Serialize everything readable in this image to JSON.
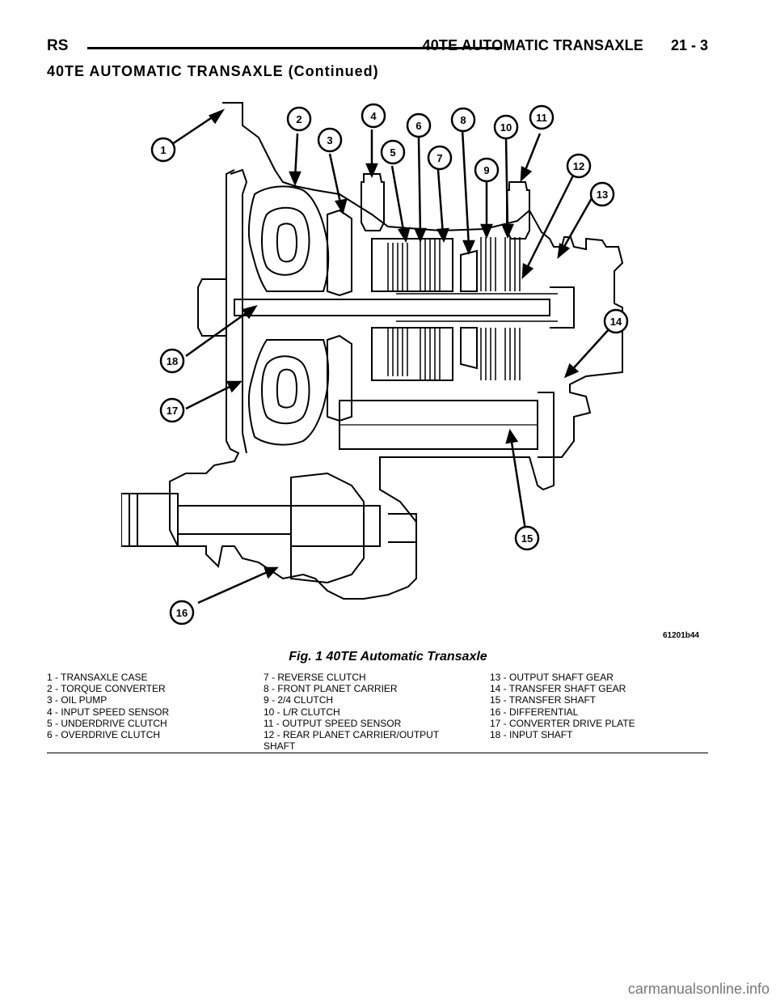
{
  "header": {
    "section": "RS",
    "title": "40TE AUTOMATIC TRANSAXLE",
    "page": "21 - 3"
  },
  "section_title": "40TE AUTOMATIC TRANSAXLE (Continued)",
  "figure": {
    "code": "61201b44",
    "caption": "Fig. 1 40TE Automatic Transaxle",
    "callouts": [
      "1",
      "2",
      "3",
      "4",
      "5",
      "6",
      "7",
      "8",
      "9",
      "10",
      "11",
      "12",
      "13",
      "14",
      "15",
      "16",
      "17",
      "18"
    ]
  },
  "legend": {
    "col1": [
      "1 - TRANSAXLE CASE",
      "2 - TORQUE CONVERTER",
      "3 - OIL PUMP",
      "4 - INPUT SPEED SENSOR",
      "5 - UNDERDRIVE CLUTCH",
      "6 - OVERDRIVE CLUTCH"
    ],
    "col2": [
      "7 - REVERSE CLUTCH",
      "8 - FRONT PLANET CARRIER",
      "9 - 2/4 CLUTCH",
      "10 - L/R CLUTCH",
      "11 - OUTPUT SPEED SENSOR",
      "12 - REAR PLANET CARRIER/OUTPUT SHAFT"
    ],
    "col3": [
      "13 - OUTPUT SHAFT GEAR",
      "14 - TRANSFER SHAFT GEAR",
      "15 - TRANSFER SHAFT",
      "16 - DIFFERENTIAL",
      "17 - CONVERTER DRIVE PLATE",
      "18 - INPUT SHAFT"
    ]
  },
  "footer": "carmanualsonline.info"
}
